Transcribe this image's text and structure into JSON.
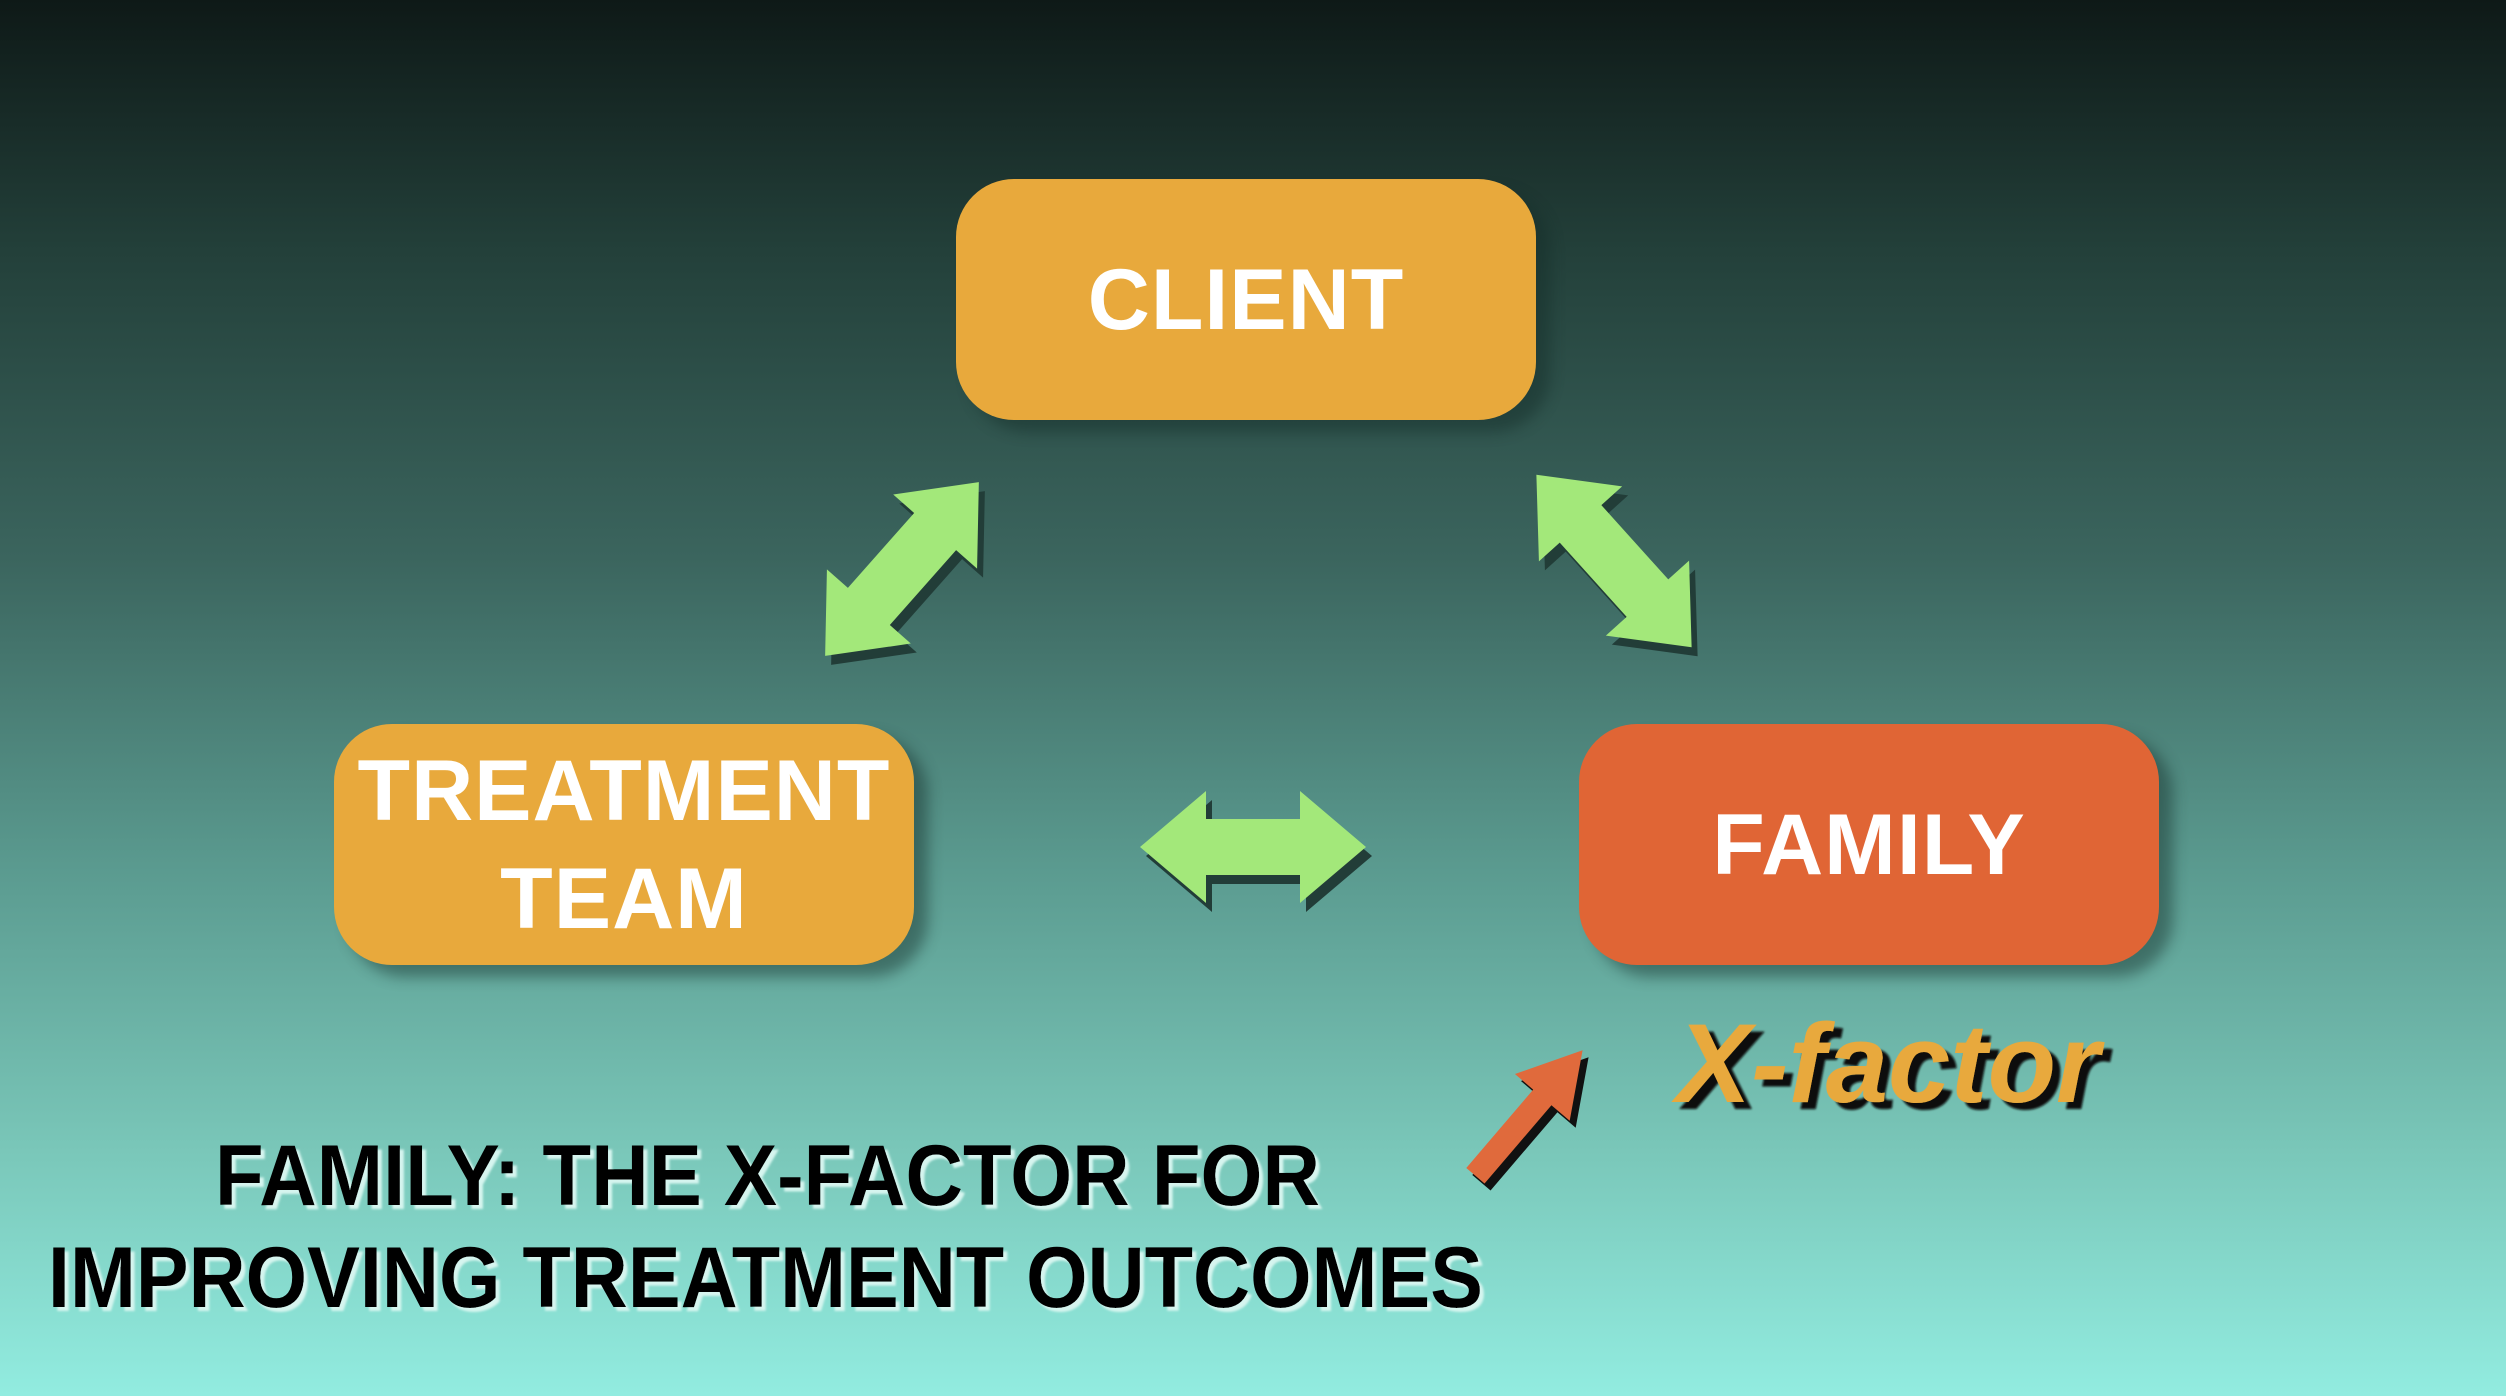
{
  "nodes": {
    "client": {
      "label": "CLIENT"
    },
    "treatment_team": {
      "line1": "TREATMENT",
      "line2": "TEAM"
    },
    "family": {
      "label": "FAMILY"
    }
  },
  "annotation": "X-factor",
  "title": {
    "line1": "FAMILY: THE X-FACTOR FOR",
    "line2": "IMPROVING TREATMENT OUTCOMES"
  },
  "colors": {
    "node": "#e8a93c",
    "family_node": "#e06535",
    "connector_arrow": "#a3e87a",
    "pointer_arrow": "#e06a3c",
    "annotation_text": "#e8a93c"
  }
}
